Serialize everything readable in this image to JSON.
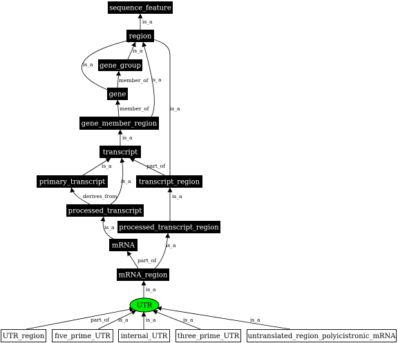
{
  "nodes": {
    "sequence_feature": "sequence_feature",
    "region": "region",
    "gene_group": "gene_group",
    "gene": "gene",
    "gene_member_region": "gene_member_region",
    "transcript": "transcript",
    "primary_transcript": "primary_transcript",
    "transcript_region": "transcript_region",
    "processed_transcript": "processed_transcript",
    "processed_transcript_region": "processed_transcript_region",
    "mRNA": "mRNA",
    "mRNA_region": "mRNA_region",
    "UTR": "UTR",
    "UTR_region": "UTR_region",
    "five_prime_UTR": "five_prime_UTR",
    "internal_UTR": "internal_UTR",
    "three_prime_UTR": "three_prime_UTR",
    "untranslated_region_polyicistronic_mRNA": "untranslated_region_polyicistronic_mRNA"
  },
  "edges": {
    "region_to_sequence_feature": "is_a",
    "gene_group_to_region": "is_a",
    "gene_to_region": "is_a",
    "gene_to_gene_group": "member_of",
    "gene_member_region_to_region": "is_a",
    "gene_member_region_to_gene": "member_of",
    "transcript_region_to_region": "is_a",
    "transcript_to_gene_member_region": "is_a",
    "primary_transcript_to_transcript": "is_a",
    "transcript_region_to_transcript": "part_of",
    "processed_transcript_to_transcript": "is_a",
    "processed_transcript_to_primary_transcript": "derives_from",
    "processed_transcript_region_to_transcript_region": "is_a",
    "mRNA_to_processed_transcript": "is_a",
    "mRNA_region_to_processed_transcript_region": "is_a",
    "mRNA_region_to_mRNA": "part_of",
    "UTR_to_mRNA_region": "is_a",
    "UTR_region_to_UTR": "part_of",
    "five_prime_UTR_to_UTR": "is_a",
    "internal_UTR_to_UTR": "is_a",
    "three_prime_UTR_to_UTR": "is_a",
    "untranslated_region_polyicistronic_mRNA_to_UTR": "is_a"
  },
  "colors": {
    "dark_node_fill": "#000000",
    "dark_node_text": "#ffffff",
    "light_node_fill": "#ffffff",
    "highlight_node_fill": "#00ee00"
  }
}
